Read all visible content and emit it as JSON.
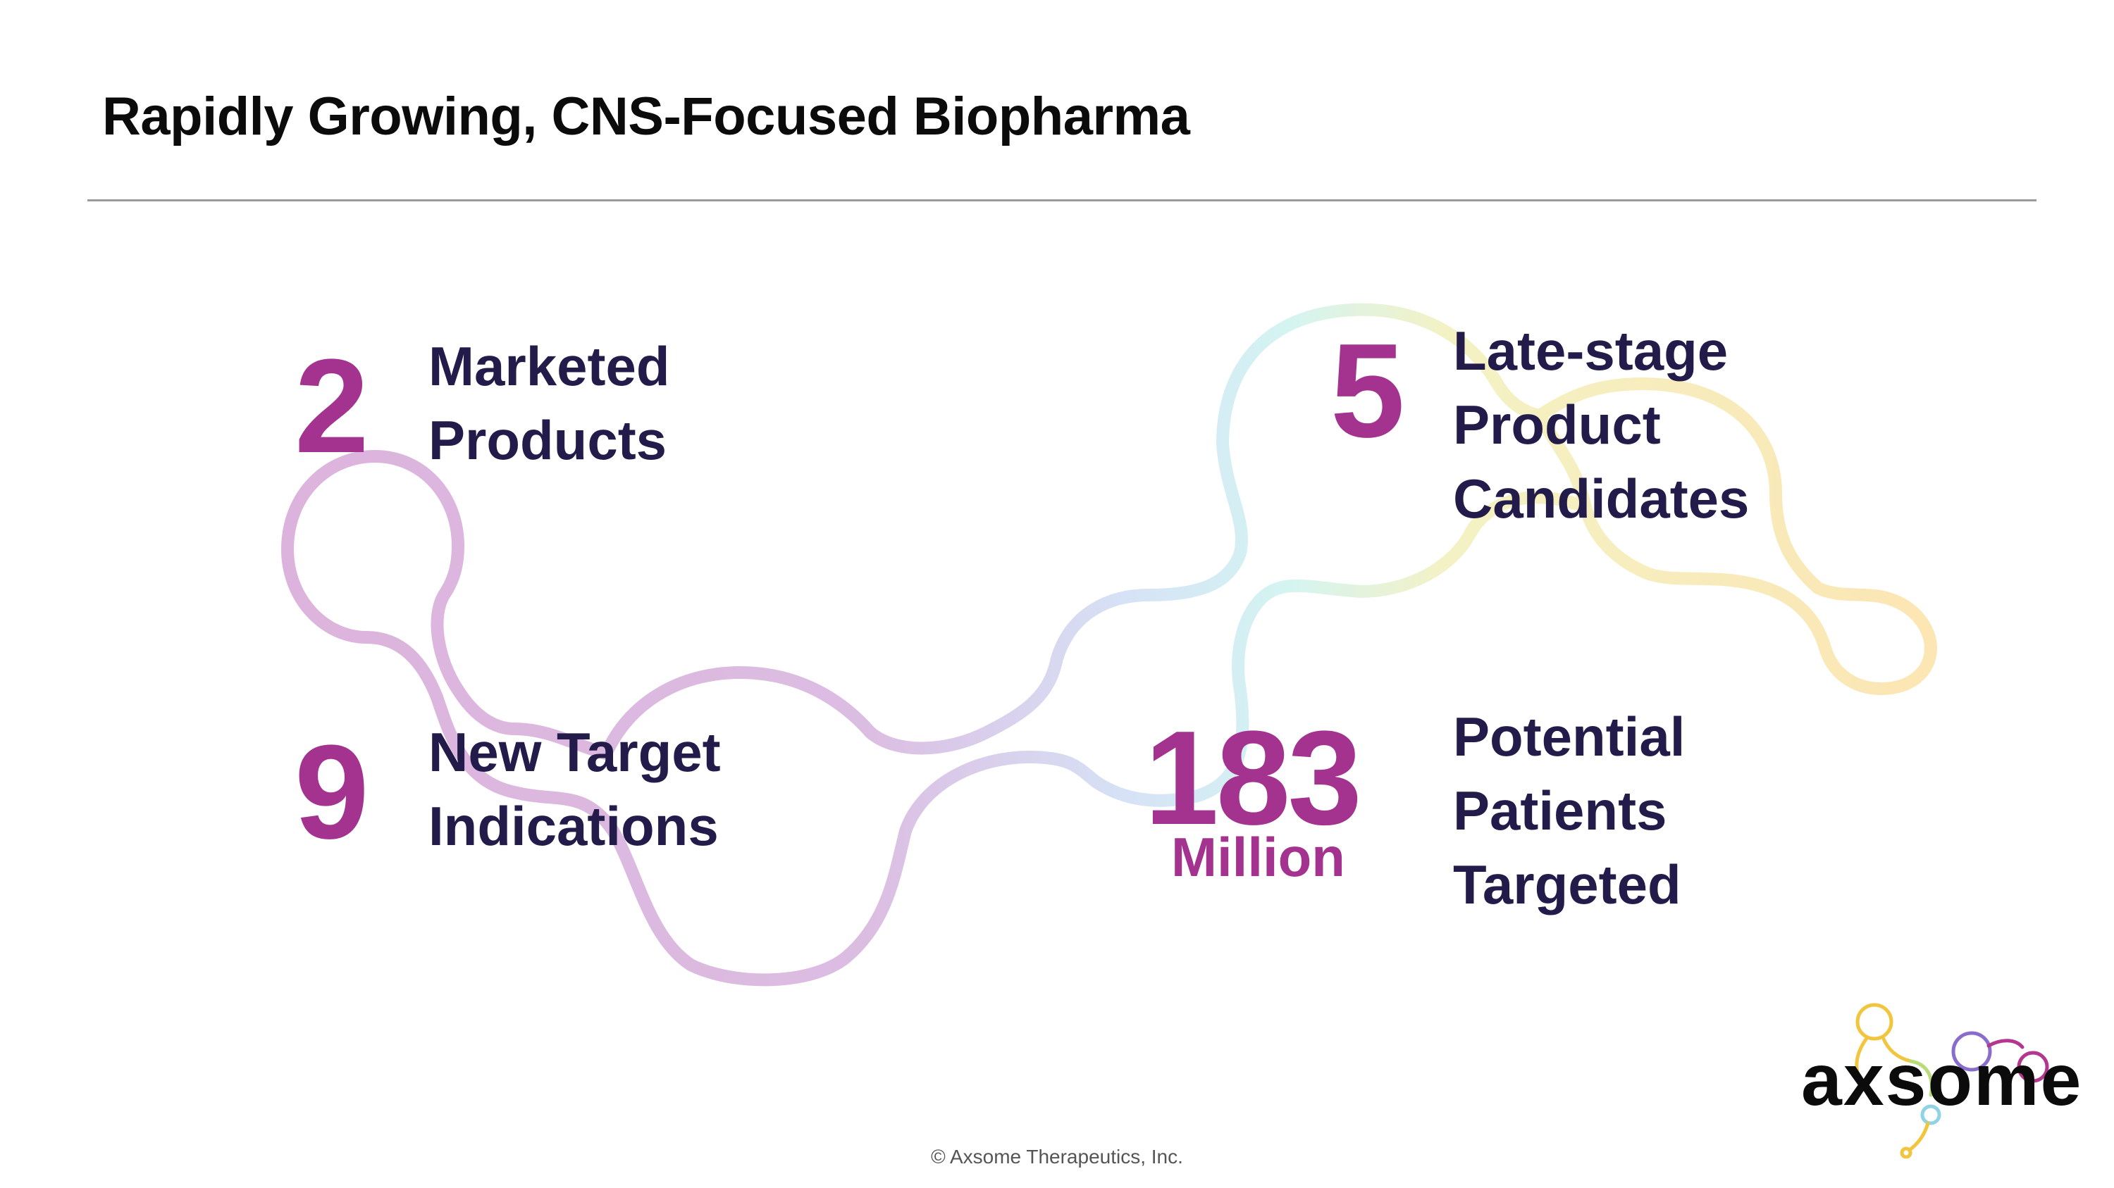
{
  "slide": {
    "title": "Rapidly Growing, CNS-Focused Biopharma",
    "stats": [
      {
        "value": "2",
        "label_lines": [
          "Marketed",
          "Products"
        ]
      },
      {
        "value": "5",
        "label_lines": [
          "Late-stage",
          "Product",
          "Candidates"
        ]
      },
      {
        "value": "9",
        "label_lines": [
          "New Target",
          "Indications"
        ]
      },
      {
        "value": "183",
        "unit": "Million",
        "label_lines": [
          "Potential",
          "Patients",
          "Targeted"
        ]
      }
    ],
    "footer": "© Axsome Therapeutics, Inc.",
    "logo": {
      "text": "axsome",
      "icon": "molecule-icon"
    }
  },
  "colors": {
    "accent_number": "#a3338f",
    "label_text": "#231b4a",
    "deco_purple": "#dcb3dc",
    "deco_yellow": "#fbeab4",
    "deco_cyan": "#d4f4f2"
  }
}
